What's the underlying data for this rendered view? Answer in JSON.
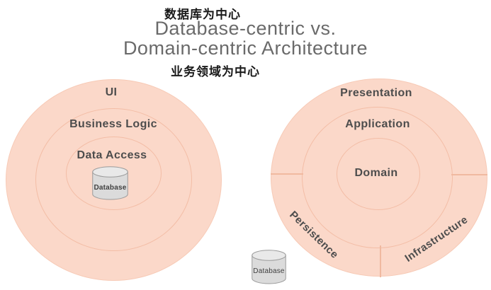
{
  "header": {
    "caption_top": "数据库为中心",
    "title_line1": "Database-centric vs.",
    "title_line2": "Domain-centric Architecture",
    "caption_bottom": "业务领域为中心"
  },
  "left_diagram": {
    "name": "database-centric architecture",
    "rings": [
      {
        "label": "UI"
      },
      {
        "label": "Business Logic"
      },
      {
        "label": "Data Access"
      }
    ],
    "database_label": "Database"
  },
  "right_diagram": {
    "name": "domain-centric architecture",
    "rings": [
      {
        "label": "Presentation"
      },
      {
        "label": "Application"
      },
      {
        "label": "Domain"
      }
    ],
    "segments": [
      {
        "label": "Persistence"
      },
      {
        "label": "Infrastructure"
      }
    ],
    "database_label": "Database"
  },
  "colors": {
    "circle_fill": "#fbd8c9",
    "ring_line": "#f3bda6",
    "divider_line": "#f0b9a0",
    "label_text": "#4d4d4d",
    "title_text": "#6a6a6a",
    "caption_text": "#1a1a1a",
    "cylinder_fill": "#dbdbdb",
    "cylinder_top_fill": "#e9e9e9",
    "cylinder_stroke": "#9b9b9b"
  }
}
